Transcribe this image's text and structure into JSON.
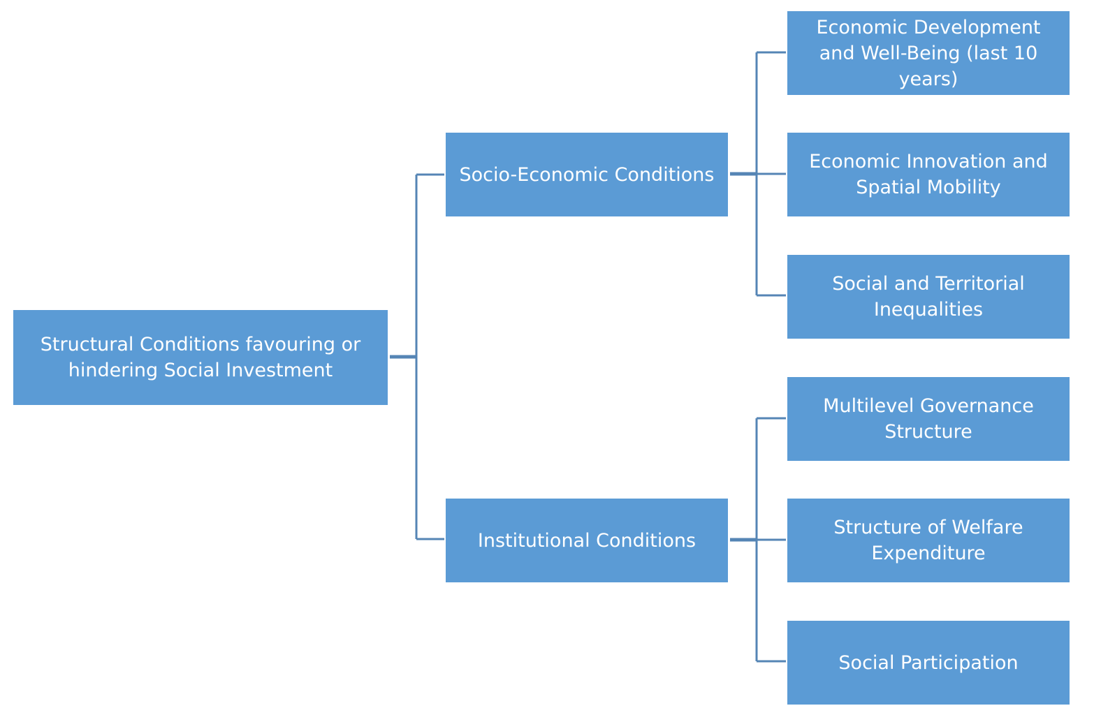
{
  "diagram": {
    "root": {
      "label": "Structural Conditions favouring or hindering Social Investment"
    },
    "branches": [
      {
        "label": "Socio-Economic Conditions",
        "children": [
          {
            "label": "Economic Development and Well-Being (last 10 years)"
          },
          {
            "label": "Economic Innovation and Spatial Mobility"
          },
          {
            "label": "Social and Territorial Inequalities"
          }
        ]
      },
      {
        "label": "Institutional Conditions",
        "children": [
          {
            "label": "Multilevel Governance Structure"
          },
          {
            "label": "Structure of Welfare Expenditure"
          },
          {
            "label": "Social Participation"
          }
        ]
      }
    ],
    "colors": {
      "node_fill": "#5b9bd5",
      "node_text": "#ffffff",
      "connector": "#5585b5"
    }
  }
}
